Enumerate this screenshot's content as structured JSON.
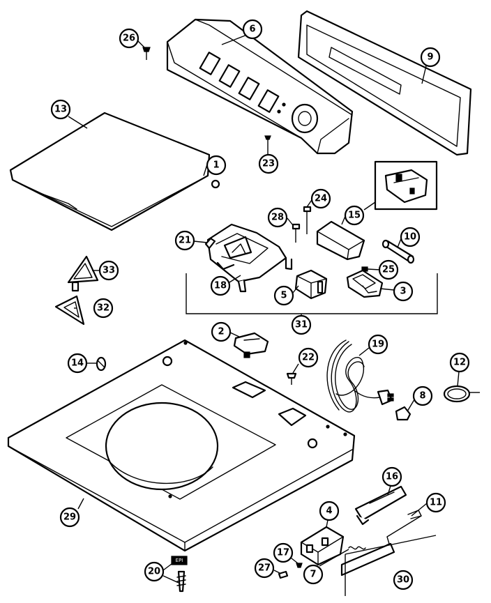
{
  "callouts": [
    "26",
    "6",
    "9",
    "13",
    "1",
    "23",
    "24",
    "28",
    "15",
    "21",
    "10",
    "25",
    "18",
    "5",
    "3",
    "33",
    "32",
    "31",
    "2",
    "22",
    "19",
    "14",
    "12",
    "8",
    "29",
    "4",
    "16",
    "11",
    "17",
    "27",
    "7",
    "20",
    "30"
  ],
  "labels": {
    "small_tag": "EPI"
  }
}
